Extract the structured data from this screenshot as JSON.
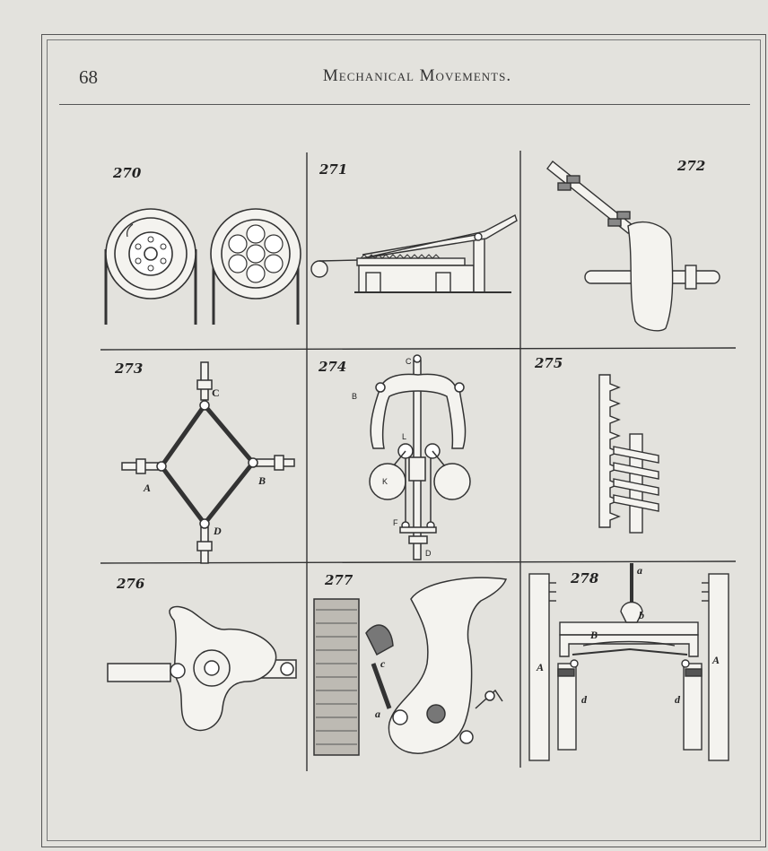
{
  "header": {
    "page_number": "68",
    "title": "Mechanical Movements."
  },
  "figures": [
    {
      "number": "270"
    },
    {
      "number": "271"
    },
    {
      "number": "272"
    },
    {
      "number": "273",
      "labels": [
        "C",
        "A",
        "B",
        "D"
      ]
    },
    {
      "number": "274",
      "labels": [
        "C",
        "B",
        "L",
        "K",
        "F",
        "D"
      ]
    },
    {
      "number": "275"
    },
    {
      "number": "276"
    },
    {
      "number": "277",
      "labels": [
        "c",
        "a"
      ]
    },
    {
      "number": "278",
      "labels": [
        "a",
        "b",
        "B",
        "A",
        "A",
        "d",
        "d"
      ]
    }
  ]
}
